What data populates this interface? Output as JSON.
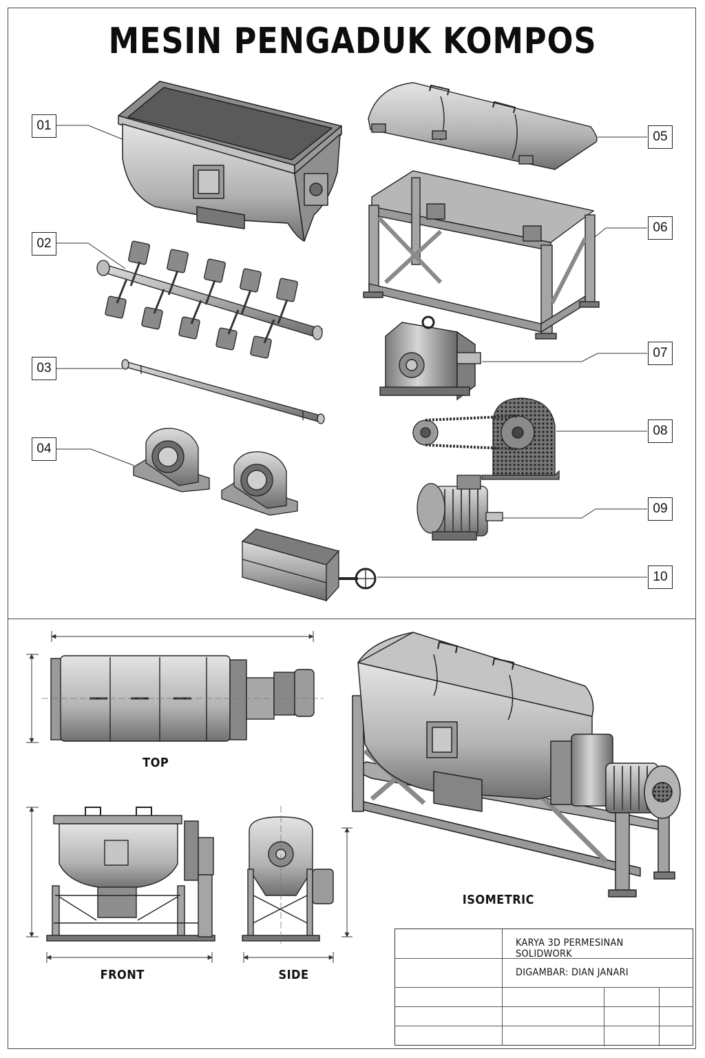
{
  "title": "MESIN PENGADUK KOMPOS",
  "part_labels": [
    "01",
    "02",
    "03",
    "04",
    "05",
    "06",
    "07",
    "08",
    "09",
    "10"
  ],
  "views": {
    "top": "TOP",
    "front": "FRONT",
    "side": "SIDE",
    "isometric": "ISOMETRIC"
  },
  "title_block": {
    "line1": "KARYA 3D PERMESINAN SOLIDWORK",
    "line2": "DIGAMBAR: DIAN JANARI"
  },
  "colors": {
    "ink": "#1a1a1a",
    "metal_light": "#c9c9c9",
    "metal_mid": "#9a9a9a",
    "metal_dark": "#5e5e5e"
  }
}
